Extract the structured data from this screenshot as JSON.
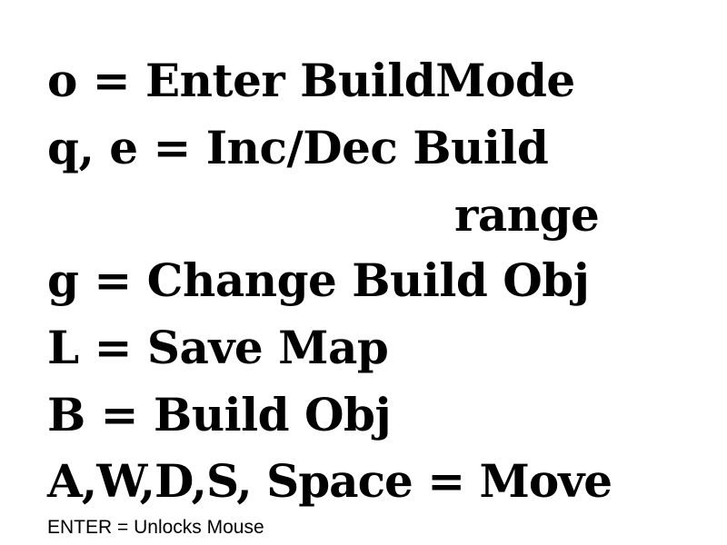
{
  "controls": {
    "lines": [
      "o = Enter BuildMode",
      "q, e = Inc/Dec Build",
      "range",
      "g = Change Build Obj",
      "L = Save Map",
      "B = Build Obj",
      "A,W,D,S, Space = Move"
    ],
    "footer": "ENTER = Unlocks Mouse"
  },
  "colors": {
    "background": "#ffffff",
    "text": "#000000"
  }
}
